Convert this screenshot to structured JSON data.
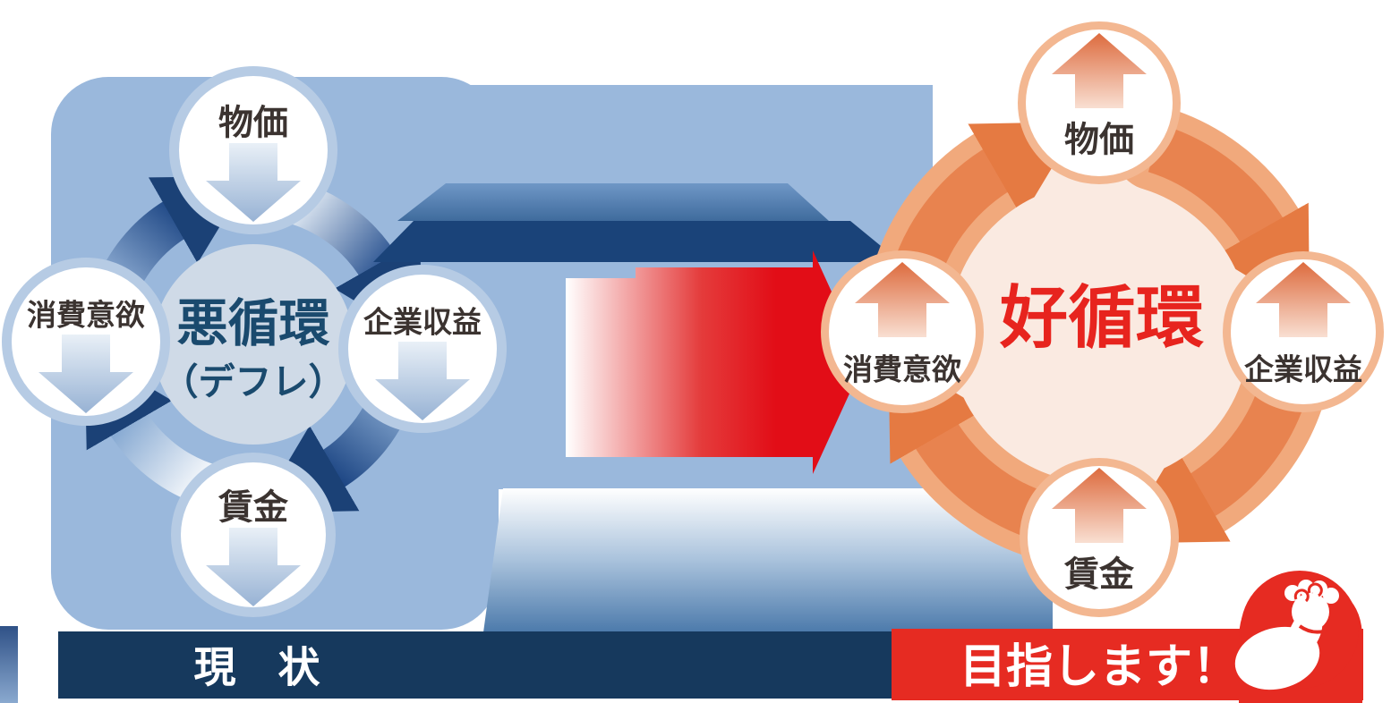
{
  "diagram_title_implicit": "",
  "left_cycle": {
    "center_title": "悪循環",
    "center_subtitle": "（デフレ）",
    "nodes": [
      {
        "id": "prices",
        "label": "物価",
        "trend": "down",
        "icon": "down-arrow-icon"
      },
      {
        "id": "corporate-profits",
        "label": "企業収益",
        "trend": "down",
        "icon": "down-arrow-icon"
      },
      {
        "id": "wages",
        "label": "賃金",
        "trend": "down",
        "icon": "down-arrow-icon"
      },
      {
        "id": "consumer-appetite",
        "label": "消費意欲",
        "trend": "down",
        "icon": "down-arrow-icon"
      }
    ],
    "banner_label": "現　状",
    "colors": {
      "big_blob": "#9ab8dc",
      "node_halo": "#b6cbe4",
      "center_fill": "#cfdae7",
      "arc_dark": "#1d4684",
      "arrowhead": "#1b4176",
      "title_text": "#1a4a6e",
      "node_text": "#3b3330",
      "banner_bg": "#16395d",
      "banner_text": "#ffffff",
      "band_mid_blue": "#4f7cb3",
      "band_navy": "#1a4379"
    }
  },
  "transition_arrow": {
    "icon": "big-right-arrow-icon",
    "gradient_start": "#ffffff",
    "gradient_end": "#e20d17"
  },
  "right_cycle": {
    "center_title": "好循環",
    "nodes": [
      {
        "id": "prices",
        "label": "物価",
        "trend": "up",
        "icon": "up-arrow-icon"
      },
      {
        "id": "corporate-profits",
        "label": "企業収益",
        "trend": "up",
        "icon": "up-arrow-icon"
      },
      {
        "id": "wages",
        "label": "賃金",
        "trend": "up",
        "icon": "up-arrow-icon"
      },
      {
        "id": "consumer-appetite",
        "label": "消費意欲",
        "trend": "up",
        "icon": "up-arrow-icon"
      }
    ],
    "banner_label": "目指します！",
    "banner_icon": "flexed-biceps-icon",
    "colors": {
      "pale_center": "#faeae1",
      "arc_orange": "#e8834f",
      "arc_halo": "#f1a97c",
      "node_halo": "#f3b791",
      "title_text": "#e7241e",
      "node_text": "#3b3330",
      "banner_bg": "#e62b22",
      "banner_text": "#ffffff"
    }
  }
}
